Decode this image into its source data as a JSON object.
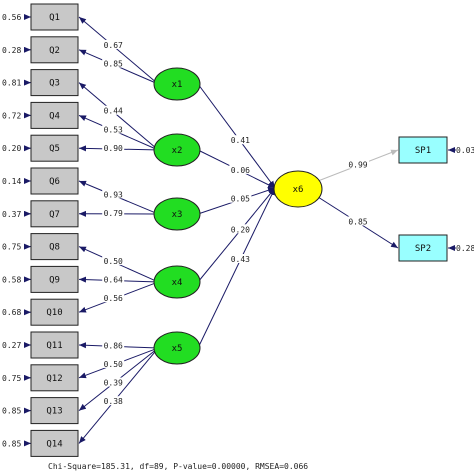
{
  "colors": {
    "indicator_box_fill": "#c8c8c8",
    "latent_fill": "#22dd22",
    "central_latent_fill": "#ffff00",
    "outcome_box_fill": "#99ffff",
    "path_color": "#1a1a66",
    "faded_path_color": "#bbbbbb"
  },
  "indicators": [
    {
      "label": "Q1",
      "error": "0.56"
    },
    {
      "label": "Q2",
      "error": "0.28"
    },
    {
      "label": "Q3",
      "error": "0.81"
    },
    {
      "label": "Q4",
      "error": "0.72"
    },
    {
      "label": "Q5",
      "error": "0.20"
    },
    {
      "label": "Q6",
      "error": "0.14"
    },
    {
      "label": "Q7",
      "error": "0.37"
    },
    {
      "label": "Q8",
      "error": "0.75"
    },
    {
      "label": "Q9",
      "error": "0.58"
    },
    {
      "label": "Q10",
      "error": "0.68"
    },
    {
      "label": "Q11",
      "error": "0.27"
    },
    {
      "label": "Q12",
      "error": "0.75"
    },
    {
      "label": "Q13",
      "error": "0.85"
    },
    {
      "label": "Q14",
      "error": "0.85"
    }
  ],
  "latents": [
    {
      "label": "x1"
    },
    {
      "label": "x2"
    },
    {
      "label": "x3"
    },
    {
      "label": "x4"
    },
    {
      "label": "x5"
    }
  ],
  "central": {
    "label": "x6"
  },
  "outcomes": [
    {
      "label": "SP1",
      "error": "0.03"
    },
    {
      "label": "SP2",
      "error": "0.28"
    }
  ],
  "loadings": [
    {
      "latent": 0,
      "indicator": 0,
      "value": "0.67"
    },
    {
      "latent": 0,
      "indicator": 1,
      "value": "0.85"
    },
    {
      "latent": 1,
      "indicator": 2,
      "value": "0.44"
    },
    {
      "latent": 1,
      "indicator": 3,
      "value": "0.53"
    },
    {
      "latent": 1,
      "indicator": 4,
      "value": "0.90"
    },
    {
      "latent": 2,
      "indicator": 5,
      "value": "0.93"
    },
    {
      "latent": 2,
      "indicator": 6,
      "value": "0.79"
    },
    {
      "latent": 3,
      "indicator": 7,
      "value": "0.50"
    },
    {
      "latent": 3,
      "indicator": 8,
      "value": "0.64"
    },
    {
      "latent": 3,
      "indicator": 9,
      "value": "0.56"
    },
    {
      "latent": 4,
      "indicator": 10,
      "value": "0.86"
    },
    {
      "latent": 4,
      "indicator": 11,
      "value": "0.50"
    },
    {
      "latent": 4,
      "indicator": 12,
      "value": "0.39"
    },
    {
      "latent": 4,
      "indicator": 13,
      "value": "0.38"
    }
  ],
  "structural_paths": [
    {
      "latent": 0,
      "value": "0.41"
    },
    {
      "latent": 1,
      "value": "0.06"
    },
    {
      "latent": 2,
      "value": "0.05"
    },
    {
      "latent": 3,
      "value": "0.20"
    },
    {
      "latent": 4,
      "value": "0.43"
    }
  ],
  "outcome_paths": [
    {
      "outcome": 0,
      "value": "0.99",
      "faded": true
    },
    {
      "outcome": 1,
      "value": "0.85",
      "faded": false
    }
  ],
  "fit_statistics": "Chi-Square=185.31, df=89, P-value=0.00000, RMSEA=0.066"
}
